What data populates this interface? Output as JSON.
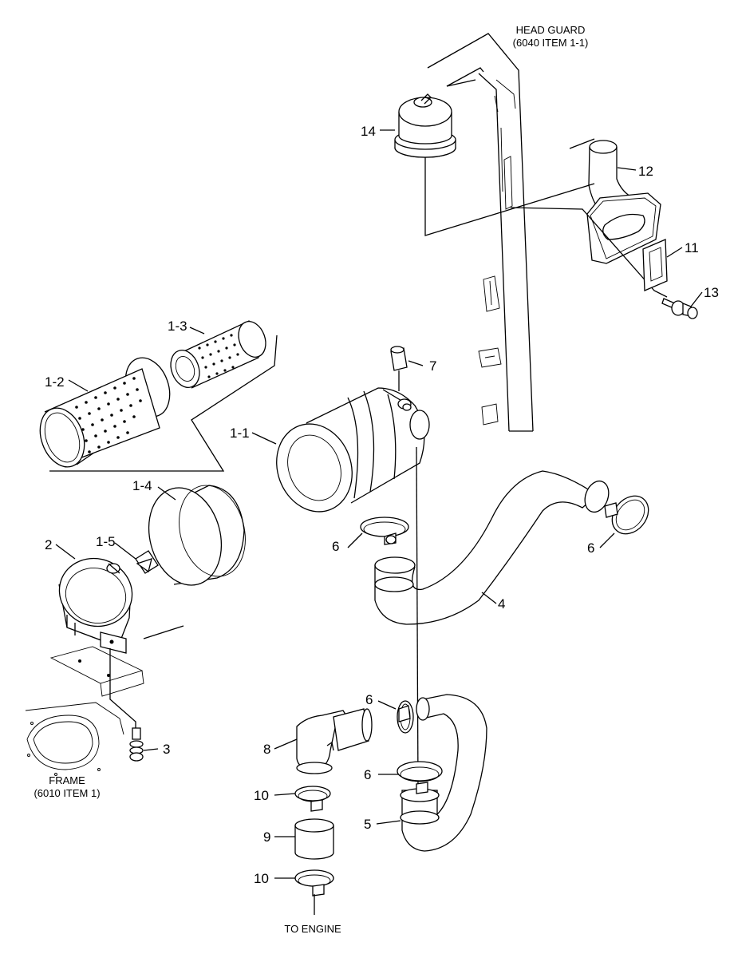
{
  "callouts": {
    "head_guard": [
      "HEAD GUARD",
      "(6040 ITEM 1-1)"
    ],
    "frame": [
      "FRAME",
      "(6010 ITEM 1)"
    ],
    "to_engine": "TO ENGINE"
  },
  "labels": {
    "p1_1": "1-1",
    "p1_2": "1-2",
    "p1_3": "1-3",
    "p1_4": "1-4",
    "p1_5": "1-5",
    "p2": "2",
    "p3": "3",
    "p4": "4",
    "p5": "5",
    "p6a": "6",
    "p6b": "6",
    "p6c": "6",
    "p6d": "6",
    "p7": "7",
    "p8": "8",
    "p9": "9",
    "p10a": "10",
    "p10b": "10",
    "p11": "11",
    "p12": "12",
    "p13": "13",
    "p14": "14"
  }
}
